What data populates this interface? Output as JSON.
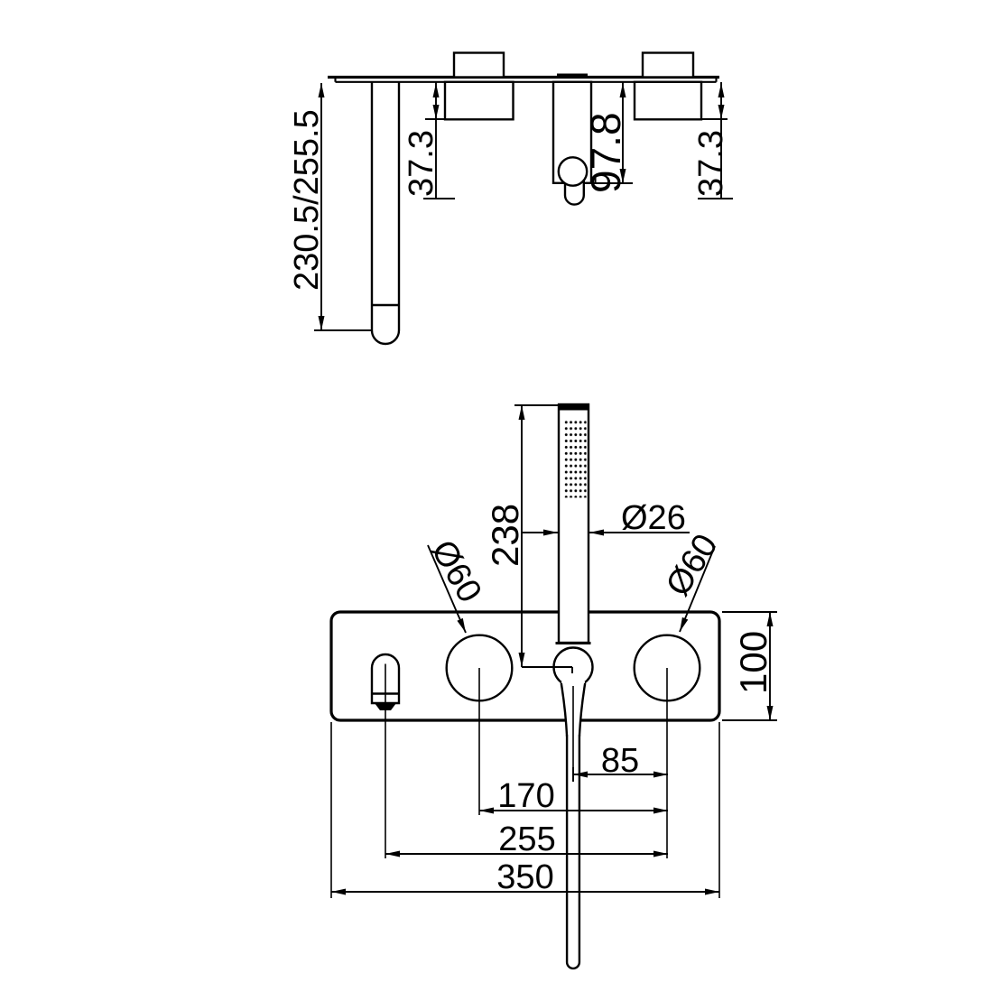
{
  "drawing": {
    "background": "#ffffff",
    "ink": "#000000",
    "side_view": {
      "overall_height": "230.5/255.5",
      "left_valve_depth": "37.3",
      "center_valve_depth": "97.8",
      "right_valve_depth": "37.3"
    },
    "front_view": {
      "handshower_length": "238",
      "handshower_diameter": "Ø26",
      "left_knob_diameter": "Ø60",
      "right_knob_diameter": "Ø60",
      "plate_height": "100",
      "hose_to_right_knob": "85",
      "knob_spacing": "170",
      "spout_to_right_knob": "255",
      "plate_width": "350"
    }
  }
}
